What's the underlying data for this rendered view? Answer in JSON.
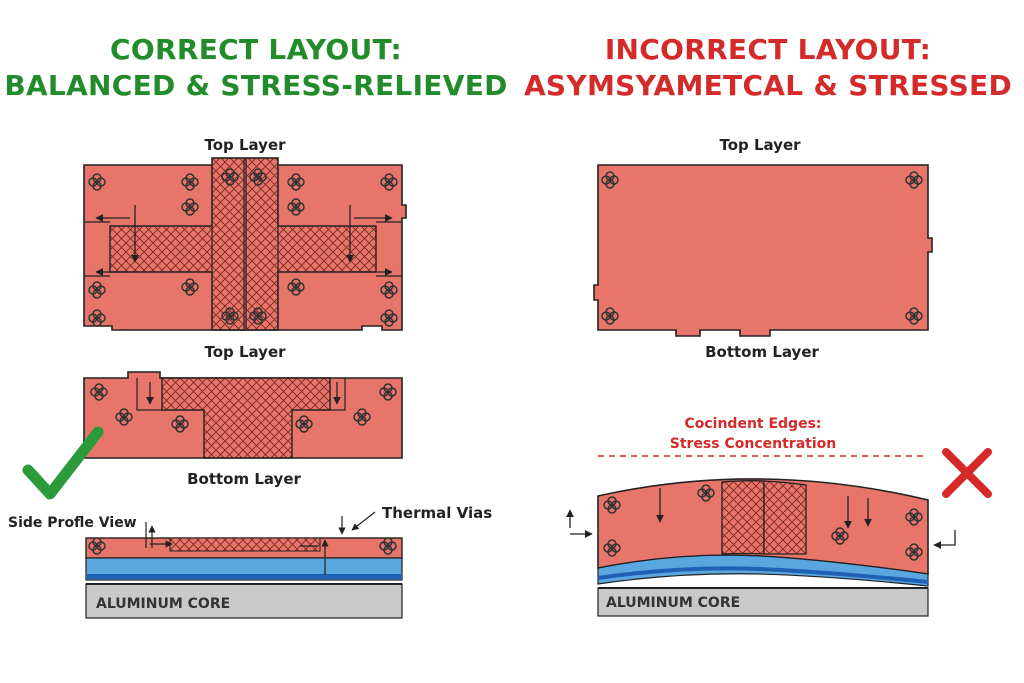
{
  "colors": {
    "good": "#228b2a",
    "bad": "#d42a2a",
    "copper": "#e8756a",
    "outline": "#222222",
    "dielectric": "#5aa6df",
    "dielectric_dark": "#1f62b5",
    "core": "#c9c9c9"
  },
  "correct": {
    "heading_line1": "CORRECT LAYOUT:",
    "heading_line2": "BALANCED & STRESS-RELIEVED",
    "top_layer_label": "Top Layer",
    "middle_layer_label": "Top Layer",
    "bottom_layer_label": "Bottom Layer",
    "side_profile_label": "Side Profle View",
    "thermal_vias_label": "Thermal Vias",
    "core_label": "ALUMINUM CORE",
    "status_icon": "checkmark-icon"
  },
  "incorrect": {
    "heading_line1": "INCORRECT LAYOUT:",
    "heading_line2": "ASYMSYAMETCAL & STRESSED",
    "top_layer_label": "Top Layer",
    "bottom_layer_label": "Bottom Layer",
    "warning_line1": "Cocindent Edges:",
    "warning_line2": "Stress Concentration",
    "core_label": "ALUMINUM CORE",
    "status_icon": "cross-icon"
  }
}
